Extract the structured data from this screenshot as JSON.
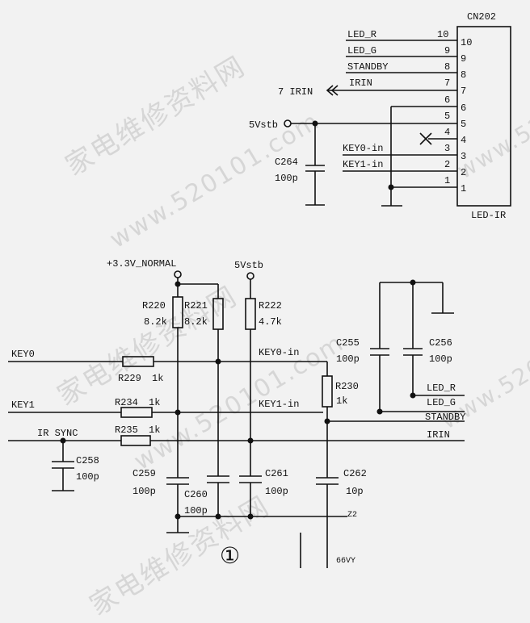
{
  "watermark": {
    "cn": "家电维修资料网",
    "url": "www.520101.com"
  },
  "connector": {
    "name": "CN202",
    "body_label": "LED-IR",
    "pins": [
      "10",
      "9",
      "8",
      "7",
      "6",
      "5",
      "4",
      "3",
      "2",
      "1"
    ],
    "signals": {
      "led_r": "LED_R",
      "led_g": "LED_G",
      "standby": "STANDBY",
      "irin": "IRIN",
      "irin_ref": "7 IRIN",
      "pwr": "5Vstb",
      "key0": "KEY0-in",
      "key1": "KEY1-in"
    },
    "cap": {
      "name": "C264",
      "value": "100p"
    }
  },
  "circuit": {
    "rail_33": "+3.3V_NORMAL",
    "rail_5v": "5Vstb",
    "inputs": {
      "key0": "KEY0",
      "key1": "KEY1",
      "irsync": "IR SYNC"
    },
    "outputs": {
      "key0": "KEY0-in",
      "key1": "KEY1-in",
      "led_r": "LED_R",
      "led_g": "LED_G",
      "standby": "STANDBY",
      "irin": "IRIN"
    },
    "resistors": {
      "r220": {
        "name": "R220",
        "value": "8.2k"
      },
      "r221": {
        "name": "R221",
        "value": "8.2k"
      },
      "r222": {
        "name": "R222",
        "value": "4.7k"
      },
      "r229": {
        "name": "R229",
        "value": "1k"
      },
      "r234": {
        "name": "R234",
        "value": "1k"
      },
      "r235": {
        "name": "R235",
        "value": "1k"
      },
      "r230": {
        "name": "R230",
        "value": "1k"
      }
    },
    "capacitors": {
      "c255": {
        "name": "C255",
        "value": "100p"
      },
      "c256": {
        "name": "C256",
        "value": "100p"
      },
      "c258": {
        "name": "C258",
        "value": "100p"
      },
      "c259": {
        "name": "C259",
        "value": "100p"
      },
      "c260": {
        "name": "C260",
        "value": "100p"
      },
      "c261": {
        "name": "C261",
        "value": "100p"
      },
      "c262": {
        "name": "C262",
        "value": "10p"
      }
    },
    "circle_label": "①",
    "bottom_fragment_1": "Z2",
    "bottom_fragment_2": "66VY"
  }
}
